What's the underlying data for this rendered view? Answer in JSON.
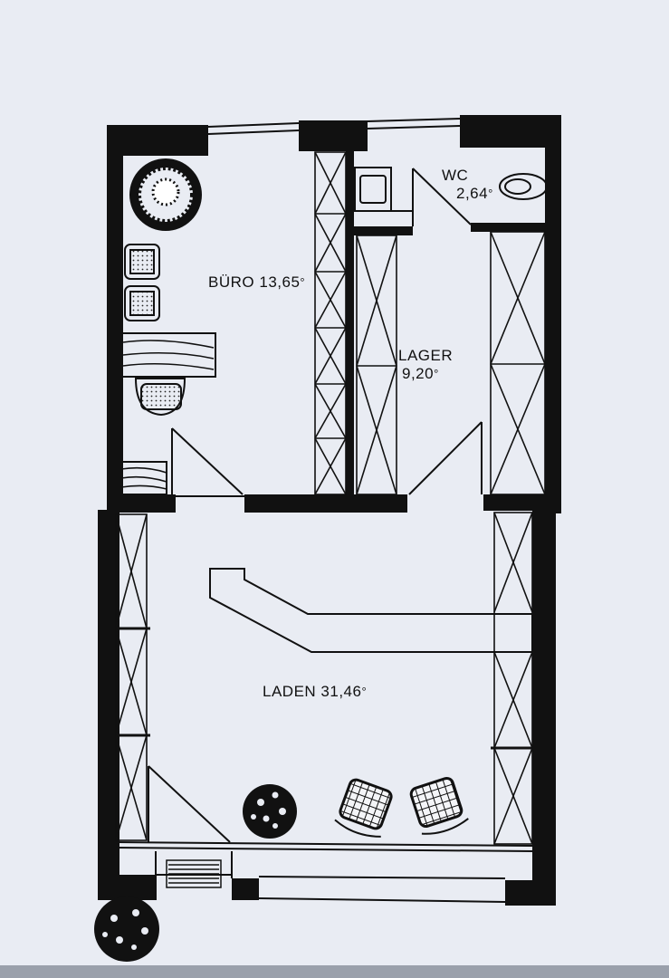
{
  "rooms": {
    "buero": {
      "name": "BÜRO",
      "area": "13,65",
      "unit": "°"
    },
    "wc": {
      "name": "WC",
      "area": "2,64",
      "unit": "°"
    },
    "lager": {
      "name": "LAGER",
      "area": "9,20",
      "unit": "°"
    },
    "laden": {
      "name": "LADEN",
      "area": "31,46",
      "unit": "°"
    }
  },
  "colors": {
    "paper": "#e9ecf3",
    "ink": "#111111"
  }
}
